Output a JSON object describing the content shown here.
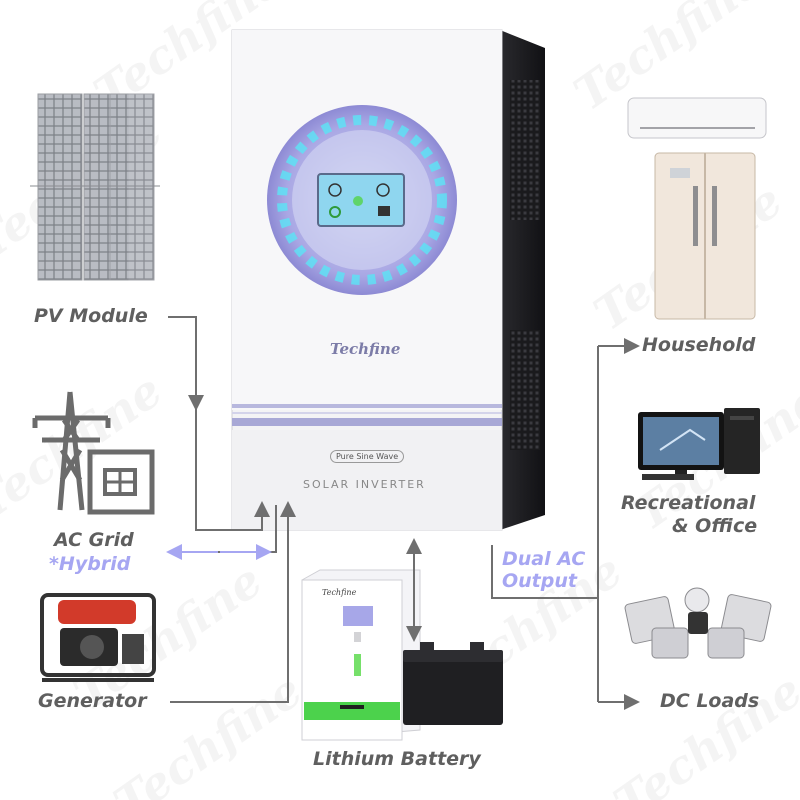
{
  "watermark": "Techfine",
  "brand": "Techfine",
  "inverter": {
    "brand": "Techfine",
    "wave_label": "Pure Sine Wave",
    "model_label": "SOLAR INVERTER"
  },
  "battery": {
    "brand": "Techfine"
  },
  "inputs": {
    "pv": "PV Module",
    "grid": "AC Grid",
    "hybrid": "*Hybrid",
    "generator": "Generator"
  },
  "storage": "Lithium Battery",
  "output": {
    "line1": "Dual AC",
    "line2": "Output"
  },
  "loads": {
    "household": "Household",
    "recreational_1": "Recreational",
    "recreational_2": "& Office",
    "dc": "DC Loads"
  },
  "colors": {
    "label": "#5f5f5f",
    "accent": "#a6a6f2",
    "arrow": "#6f6f6f",
    "screen": "#8fd6ef"
  },
  "icons": [
    "solar-panel-icon",
    "power-tower-icon",
    "building-icon",
    "generator-icon",
    "air-conditioner-icon",
    "refrigerator-icon",
    "desktop-computer-icon",
    "flood-light-icon",
    "lead-acid-battery-icon"
  ]
}
